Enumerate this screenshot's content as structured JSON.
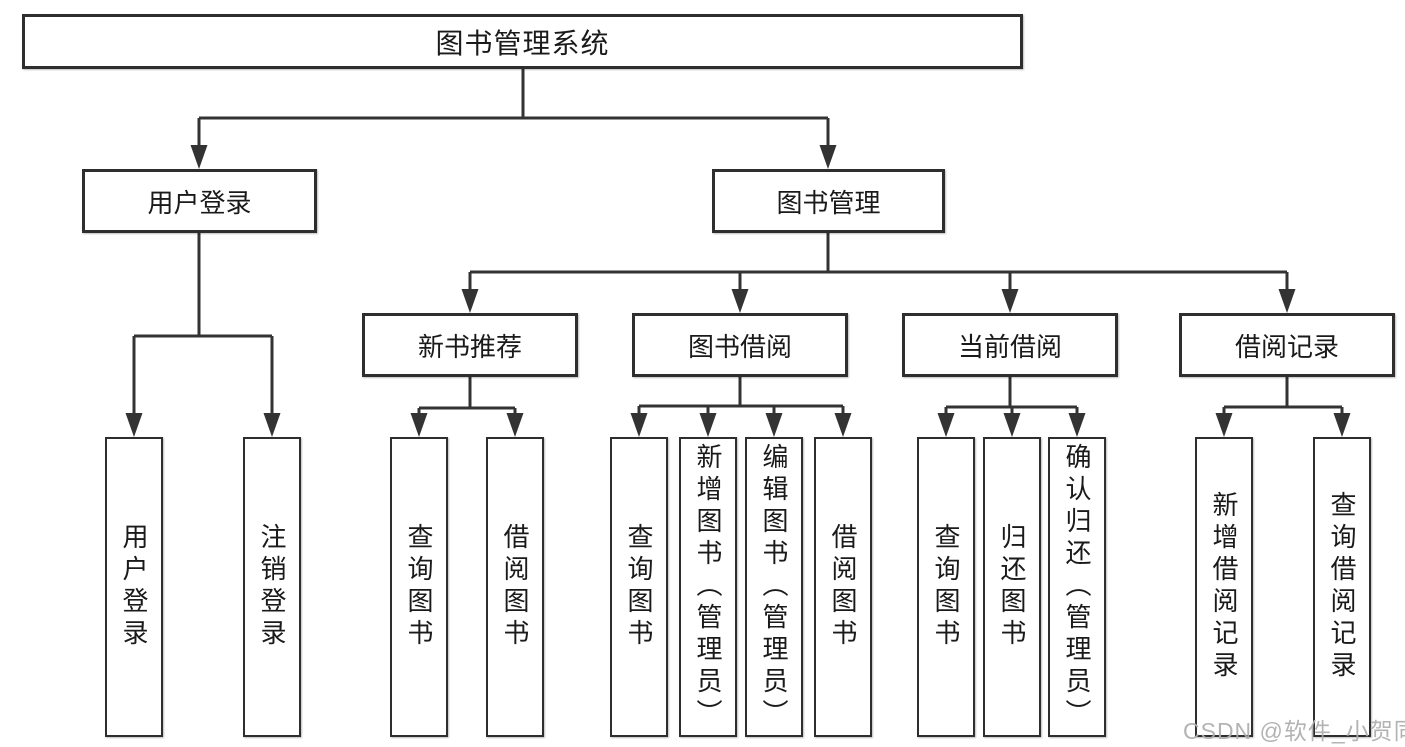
{
  "diagram": {
    "tree": {
      "root": {
        "label": "图书管理系统"
      },
      "user_login": {
        "label": "用户登录",
        "children": [
          "用户登录",
          "注销登录"
        ]
      },
      "book_mgmt": {
        "label": "图书管理",
        "children": {
          "new_book": {
            "label": "新书推荐",
            "children": [
              "查询图书",
              "借阅图书"
            ]
          },
          "book_borrow": {
            "label": "图书借阅",
            "children": [
              "查询图书",
              "新增图书（管理员）",
              "编辑图书（管理员）",
              "借阅图书"
            ]
          },
          "current_borrow": {
            "label": "当前借阅",
            "children": [
              "查询图书",
              "归还图书",
              "确认归还（管理员）"
            ]
          },
          "borrow_record": {
            "label": "借阅记录",
            "children": [
              "新增借阅记录",
              "查询借阅记录"
            ]
          }
        }
      }
    },
    "watermark": "CSDN @软件_小贺同学",
    "colors": {
      "line": "#333333",
      "box_border": "#2e2e2e",
      "text": "#1a1a1a",
      "watermark": "#acacac",
      "background": "#ffffff"
    }
  }
}
